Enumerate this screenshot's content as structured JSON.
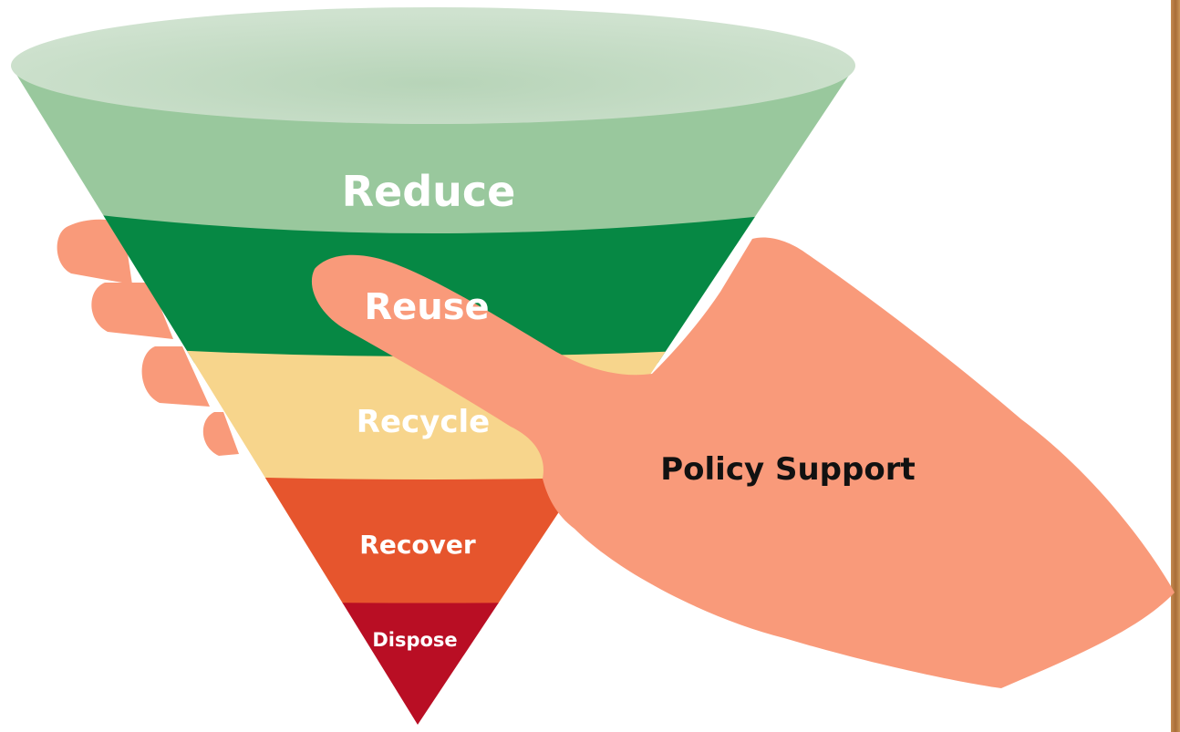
{
  "diagram": {
    "levels": [
      {
        "label": "Reduce",
        "color": "#99c89d"
      },
      {
        "label": "Reuse",
        "color": "#068844"
      },
      {
        "label": "Recycle",
        "color": "#f7d58c"
      },
      {
        "label": "Recover",
        "color": "#e6552d"
      },
      {
        "label": "Dispose",
        "color": "#b90e24"
      }
    ],
    "hand_label": "Policy Support",
    "hand_color": "#f99a7a",
    "rim_color": "#c3dcc4",
    "wood_color": "#b67c45"
  }
}
